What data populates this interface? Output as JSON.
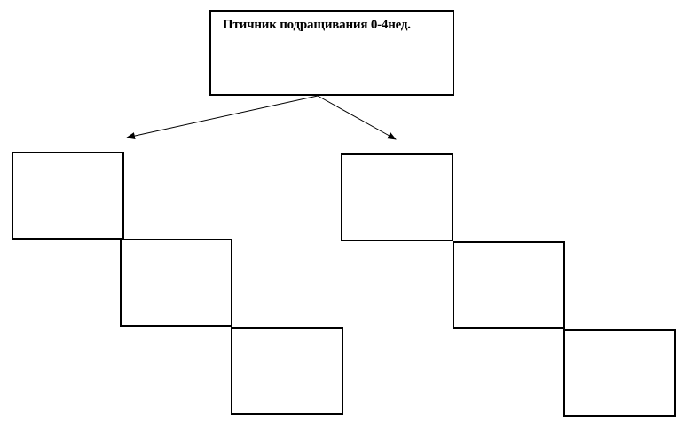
{
  "root": {
    "title": "Птичник подращивания 0-4нед."
  },
  "branches": [
    {
      "side": "left",
      "boxes": [
        "",
        "",
        ""
      ]
    },
    {
      "side": "right",
      "boxes": [
        "",
        "",
        ""
      ]
    }
  ],
  "colors": {
    "stroke": "#000000",
    "background": "#ffffff"
  }
}
